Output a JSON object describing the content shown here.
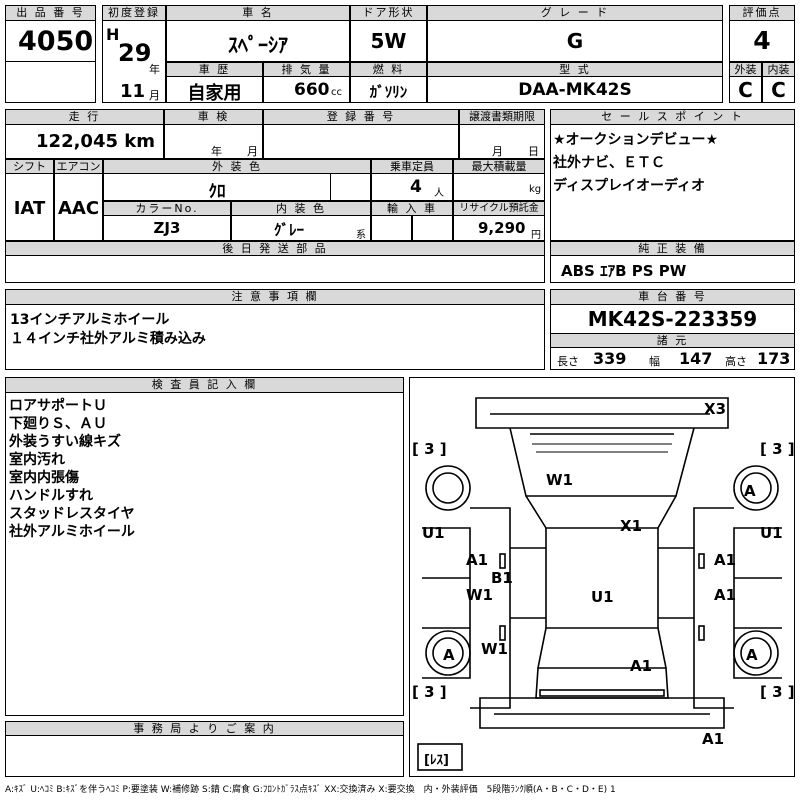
{
  "top": {
    "lot_label": "出 品 番 号",
    "lot": "4050",
    "first_reg_label": "初度登録",
    "era": "H",
    "year": "29",
    "year_unit": "年",
    "month": "11",
    "month_unit": "月",
    "car_name_label": "車 名",
    "car_name": "ｽﾍﾟｰｼｱ",
    "door_label": "ドア形状",
    "door": "5W",
    "grade_label": "グ レ ー ド",
    "grade": "G",
    "score_label": "評価点",
    "score": "4",
    "history_label": "車 歴",
    "history": "自家用",
    "displacement_label": "排 気 量",
    "displacement": "660",
    "displacement_unit": "cc",
    "fuel_label": "燃 料",
    "fuel": "ｶﾞｿﾘﾝ",
    "model_label": "型 式",
    "model": "DAA-MK42S",
    "exterior_label": "外装",
    "exterior": "C",
    "interior_label": "内装",
    "interior": "C"
  },
  "mid": {
    "mileage_label": "走 行",
    "mileage": "122,045 km",
    "inspection_label": "車 検",
    "inspection_year": "年",
    "inspection_month": "月",
    "regno_label": "登 録 番 号",
    "transfer_label": "譲渡書類期限",
    "transfer_month": "月",
    "transfer_day": "日",
    "shift_label": "シフト",
    "shift": "IAT",
    "ac_label": "エアコン",
    "ac": "AAC",
    "color_label": "外 装 色",
    "color": "ｸﾛ",
    "capacity_label": "乗車定員",
    "capacity": "4",
    "capacity_unit": "人",
    "load_label": "最大積載量",
    "load_unit": "kg",
    "colorno_label": "カラーNo.",
    "colorno": "ZJ3",
    "intcolor_label": "内 装 色",
    "intcolor": "ｸﾞﾚｰ",
    "intcolor_suffix": "系",
    "import_label": "輸 入 車",
    "recycle_label": "リサイクル預託金",
    "recycle": "9,290",
    "recycle_unit": "円",
    "later_label": "後 日 発 送 部 品"
  },
  "sales": {
    "label": "セ ー ル ス ポ イ ン ト",
    "lines": [
      "★オークションデビュー★",
      "社外ナビ、ＥＴＣ",
      "ディスプレイオーディオ"
    ]
  },
  "equipment": {
    "label": "純 正 装 備",
    "value": "ABS ｴｱB PS PW"
  },
  "notes": {
    "label": "注 意 事 項 欄",
    "lines": [
      "13インチアルミホイール",
      "１４インチ社外アルミ積み込み"
    ]
  },
  "chassis": {
    "label": "車 台 番 号",
    "value": "MK42S-223359",
    "spec_label": "諸 元",
    "length_label": "長さ",
    "length": "339",
    "width_label": "幅",
    "width": "147",
    "height_label": "高さ",
    "height": "173"
  },
  "inspector": {
    "label": "検 査 員 記 入 欄",
    "lines": [
      "ロアサポートＵ",
      "下廻りＳ、ＡＵ",
      "外装うすい線キズ",
      "室内汚れ",
      "室内内張傷",
      "ハンドルすれ",
      "スタッドレスタイヤ",
      "社外アルミホイール"
    ]
  },
  "office": {
    "label": "事 務 局 よ り ご 案 内"
  },
  "diagram": {
    "x3": "X3",
    "tyre_fl": "[ 3 ]",
    "tyre_fr": "[ 3 ]",
    "tyre_rl": "[ 3 ]",
    "tyre_rr": "[ 3 ]",
    "w1_windshield": "W1",
    "x1_roof": "X1",
    "a_wheel_fr": "A",
    "u1_left": "U1",
    "u1_right": "U1",
    "a1_left_front_door": "A1",
    "a1_right_front_door": "A1",
    "b1": "B1",
    "w1_left": "W1",
    "u1_center": "U1",
    "a1_right_rear_door": "A1",
    "a_wheel_rl": "A",
    "w1_left_rear": "W1",
    "a1_rear": "A1",
    "a_wheel_rr": "A",
    "a1_bottom": "A1",
    "spare": "[ﾚｽ]"
  },
  "legend": "A:ｷｽﾞ U:ﾍｺﾐ B:ｷｽﾞを伴うﾍｺﾐ P:要塗装 W:補修跡 S:錆 C:腐食 G:ﾌﾛﾝﾄｶﾞﾗｽ点ｷｽﾞ XX:交換済み X:要交換　内・外装評価　5段階ﾗﾝｸ順(A・B・C・D・E) 1"
}
